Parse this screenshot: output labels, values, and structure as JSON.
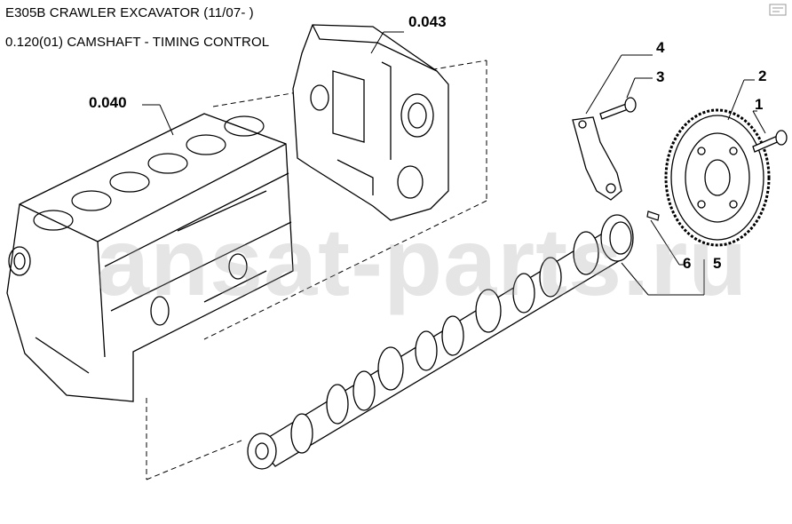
{
  "header": {
    "title": "E305B CRAWLER EXCAVATOR (11/07- )",
    "subtitle": "0.120(01) CAMSHAFT - TIMING CONTROL"
  },
  "references": {
    "block": "0.040",
    "cover": "0.043"
  },
  "callouts": [
    "1",
    "2",
    "3",
    "4",
    "5",
    "6"
  ],
  "watermark": "ansat-parts.ru"
}
